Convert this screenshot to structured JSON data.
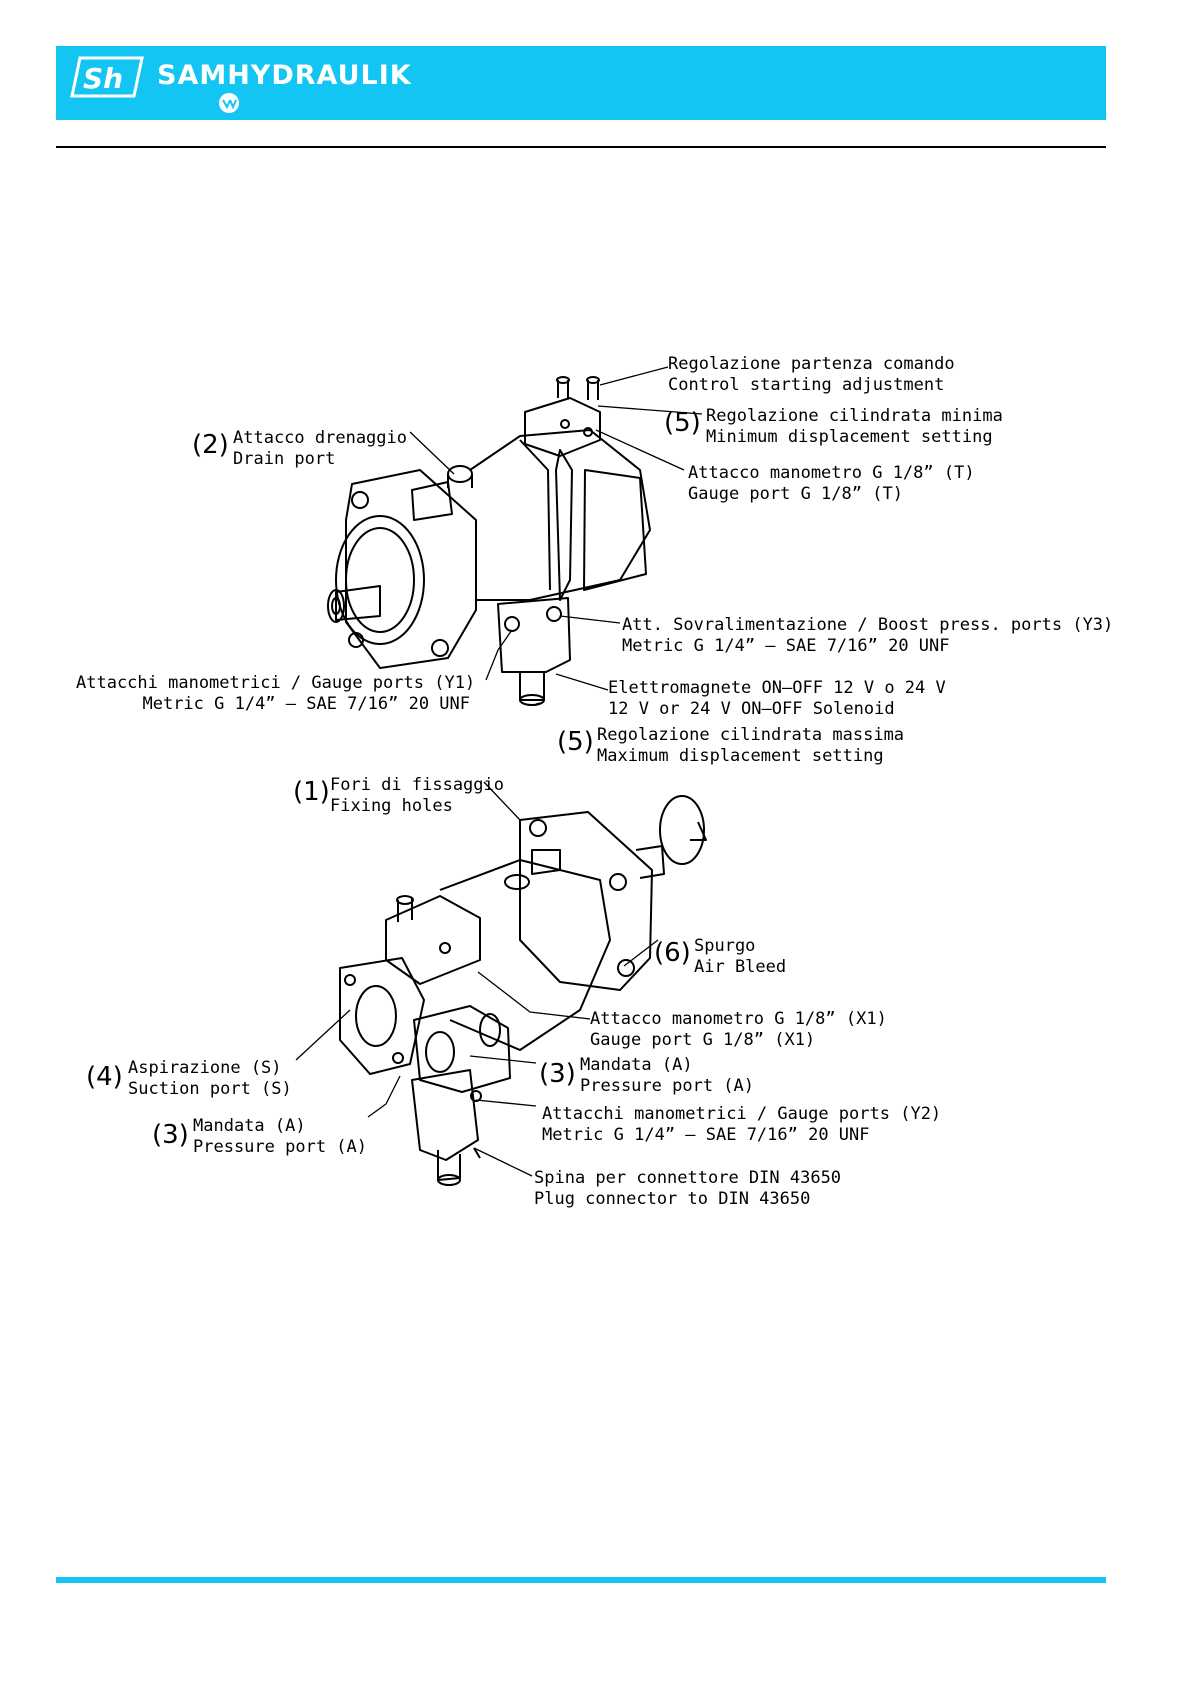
{
  "header": {
    "brand": "SAMHYDRAULIK",
    "logo_text": "Sh",
    "accent_color": "#13c5f2"
  },
  "top_view": {
    "control_start": {
      "it": "Regolazione partenza comando",
      "en": "Control starting adjustment"
    },
    "min_disp": {
      "num": "(5)",
      "it": "Regolazione cilindrata minima",
      "en": "Minimum displacement setting"
    },
    "drain": {
      "num": "(2)",
      "it": "Attacco drenaggio",
      "en": "Drain port"
    },
    "gauge_t": {
      "it": "Attacco manometro G 1/8” (T)",
      "en": "Gauge port G 1/8” (T)"
    },
    "boost": {
      "it": "Att. Sovralimentazione / Boost press. ports (Y3)",
      "en": "Metric G 1/4” – SAE 7/16” 20 UNF"
    },
    "gauge_y1": {
      "it": "Attacchi manometrici / Gauge ports (Y1)",
      "en": "Metric G 1/4” – SAE 7/16” 20 UNF"
    },
    "solenoid": {
      "it": "Elettromagnete ON–OFF 12 V o 24 V",
      "en": "12 V or 24 V ON–OFF Solenoid"
    },
    "max_disp": {
      "num": "(5)",
      "it": "Regolazione cilindrata massima",
      "en": "Maximum displacement setting"
    }
  },
  "bottom_view": {
    "fixing": {
      "num": "(1)",
      "it": "Fori di fissaggio",
      "en": "Fixing holes"
    },
    "bleed": {
      "num": "(6)",
      "it": "Spurgo",
      "en": "Air Bleed"
    },
    "gauge_x1": {
      "it": "Attacco manometro G 1/8” (X1)",
      "en": "Gauge port G 1/8” (X1)"
    },
    "suction": {
      "num": "(4)",
      "it": "Aspirazione (S)",
      "en": "Suction port (S)"
    },
    "pressure_right": {
      "num": "(3)",
      "it": "Mandata (A)",
      "en": "Pressure port (A)"
    },
    "gauge_y2": {
      "it": "Attacchi manometrici / Gauge ports (Y2)",
      "en": "Metric G 1/4” – SAE 7/16” 20 UNF"
    },
    "pressure_left": {
      "num": "(3)",
      "it": "Mandata (A)",
      "en": "Pressure port (A)"
    },
    "plug": {
      "it": "Spina per connettore DIN 43650",
      "en": "Plug connector to DIN 43650"
    }
  }
}
